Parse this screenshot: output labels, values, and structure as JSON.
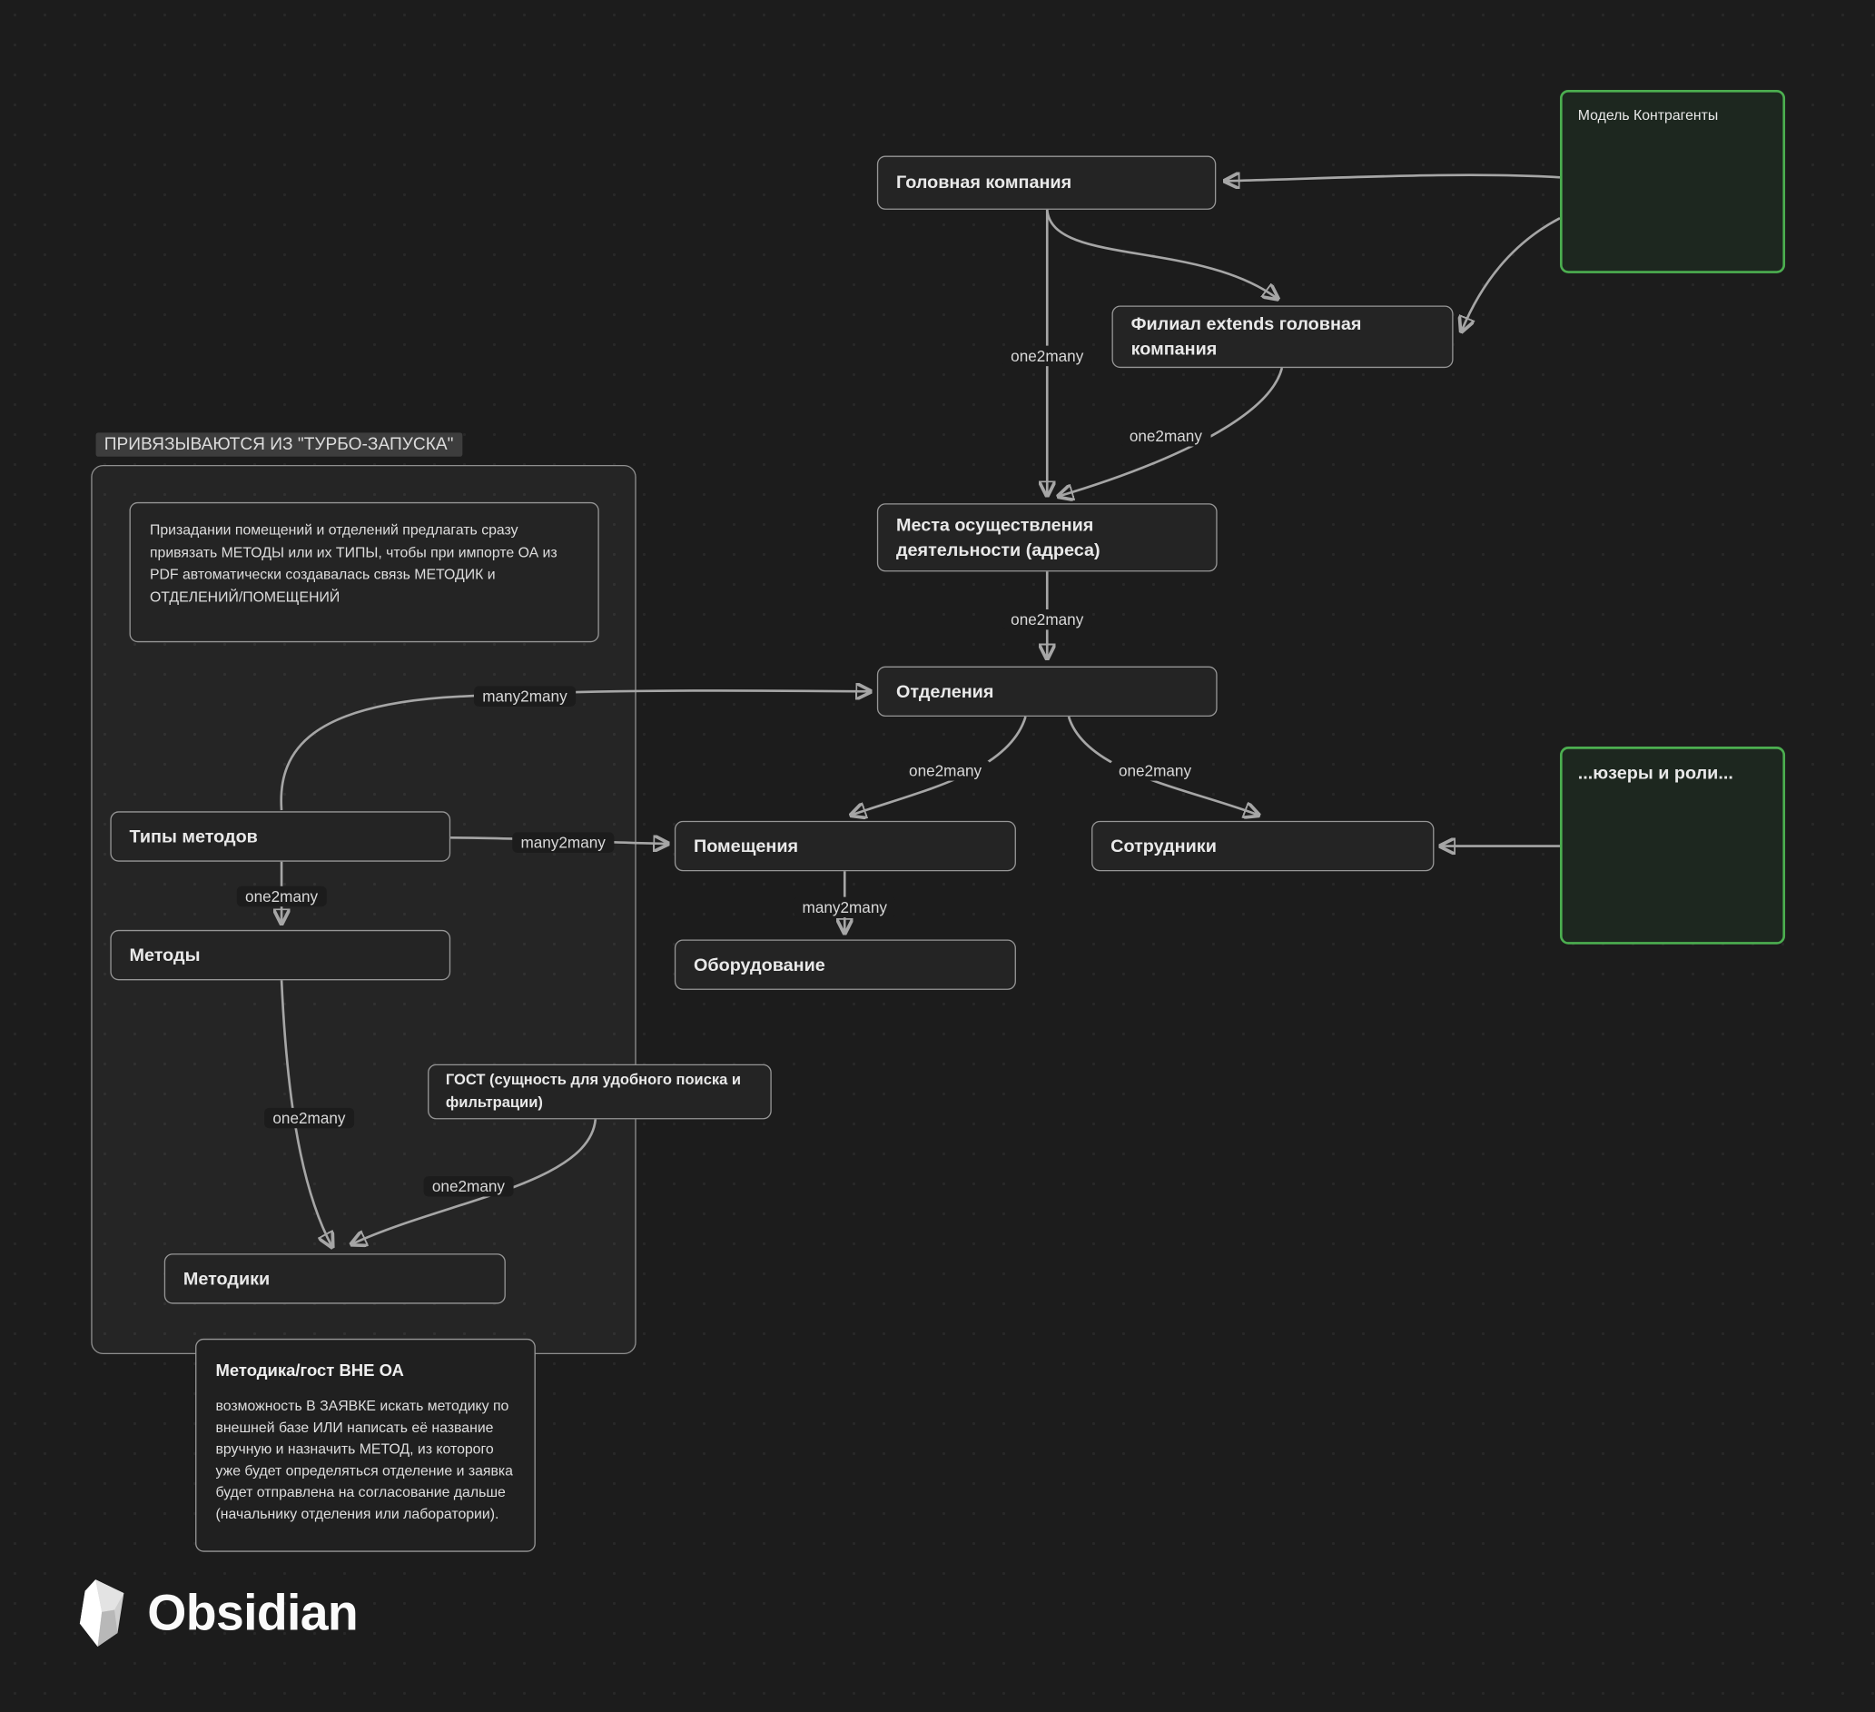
{
  "canvas": {
    "background": "#1c1c1c",
    "node_border": "#969696",
    "edge_color": "#a6a6a6",
    "accent_green": "#4caf50"
  },
  "group": {
    "label": "ПРИВЯЗЫВАЮТСЯ ИЗ \"ТУРБО-ЗАПУСКА\""
  },
  "nodes": {
    "model_kontragenty": {
      "label": "Модель Контрагенты"
    },
    "golovnaya": {
      "label": "Головная компания"
    },
    "filial": {
      "label": "Филиал extends головная компания"
    },
    "mesta": {
      "label": "Места осуществления деятельности (адреса)"
    },
    "otdeleniya": {
      "label": "Отделения"
    },
    "pomeshcheniya": {
      "label": "Помещения"
    },
    "sotrudniki": {
      "label": "Сотрудники"
    },
    "users_roles": {
      "label": "...юзеры и роли..."
    },
    "oborudovanie": {
      "label": "Оборудование"
    },
    "tipy_metodov": {
      "label": "Типы методов"
    },
    "metody": {
      "label": "Методы"
    },
    "gost": {
      "label": "ГОСТ (сущность для удобного поиска и фильтрации)"
    },
    "metodiki": {
      "label": "Методики"
    }
  },
  "notes": {
    "turbo": {
      "text": "Призадании помещений и отделений предлагать сразу привязать МЕТОДЫ или их ТИПЫ, чтобы при импорте ОА из PDF автоматически создавалась связь МЕТОДИК и ОТДЕЛЕНИЙ/ПОМЕЩЕНИЙ"
    },
    "metodika_gost": {
      "title": "Методика/гост ВНЕ ОА",
      "text": "возможность В ЗАЯВКЕ искать методику по внешней базе ИЛИ написать её название вручную и назначить МЕТОД, из которого уже будет определяться отделение и заявка будет отправлена на согласование дальше (начальнику отделения или лаборатории)."
    }
  },
  "edge_labels": {
    "golovnaya_mesta": "one2many",
    "filial_mesta": "one2many",
    "mesta_otdeleniya": "one2many",
    "otdeleniya_pomeshcheniya": "one2many",
    "otdeleniya_sotrudniki": "one2many",
    "group_otdeleniya": "many2many",
    "tipy_pomeshcheniya": "many2many",
    "tipy_metody": "one2many",
    "pomeshcheniya_oborudovanie": "many2many",
    "metody_metodiki": "one2many",
    "gost_metodiki": "one2many"
  },
  "branding": {
    "app_name": "Obsidian"
  }
}
